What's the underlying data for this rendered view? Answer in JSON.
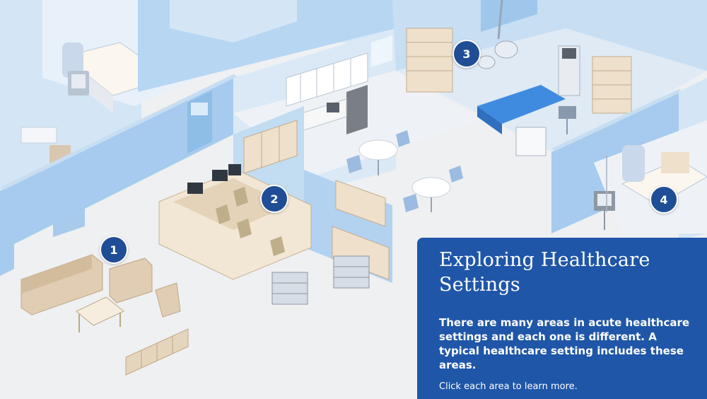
{
  "panel": {
    "title": "Exploring Healthcare Settings",
    "body": "There are many areas in acute healthcare settings and each one is different. A typical healthcare setting includes these areas.",
    "hint": "Click each area to learn more."
  },
  "areas": [
    {
      "number": "1",
      "icon": "number-1-marker"
    },
    {
      "number": "2",
      "icon": "number-2-marker"
    },
    {
      "number": "3",
      "icon": "number-3-marker"
    },
    {
      "number": "4",
      "icon": "number-4-marker"
    }
  ],
  "colors": {
    "panel_bg": "#1f56a8",
    "marker_bg": "#1f4e96",
    "wall_light": "#d3e6f5",
    "wall_mid": "#a9cdef",
    "wall_dark": "#8dbde6",
    "floor": "#f0f1f3",
    "furniture": "#efe0cb"
  }
}
